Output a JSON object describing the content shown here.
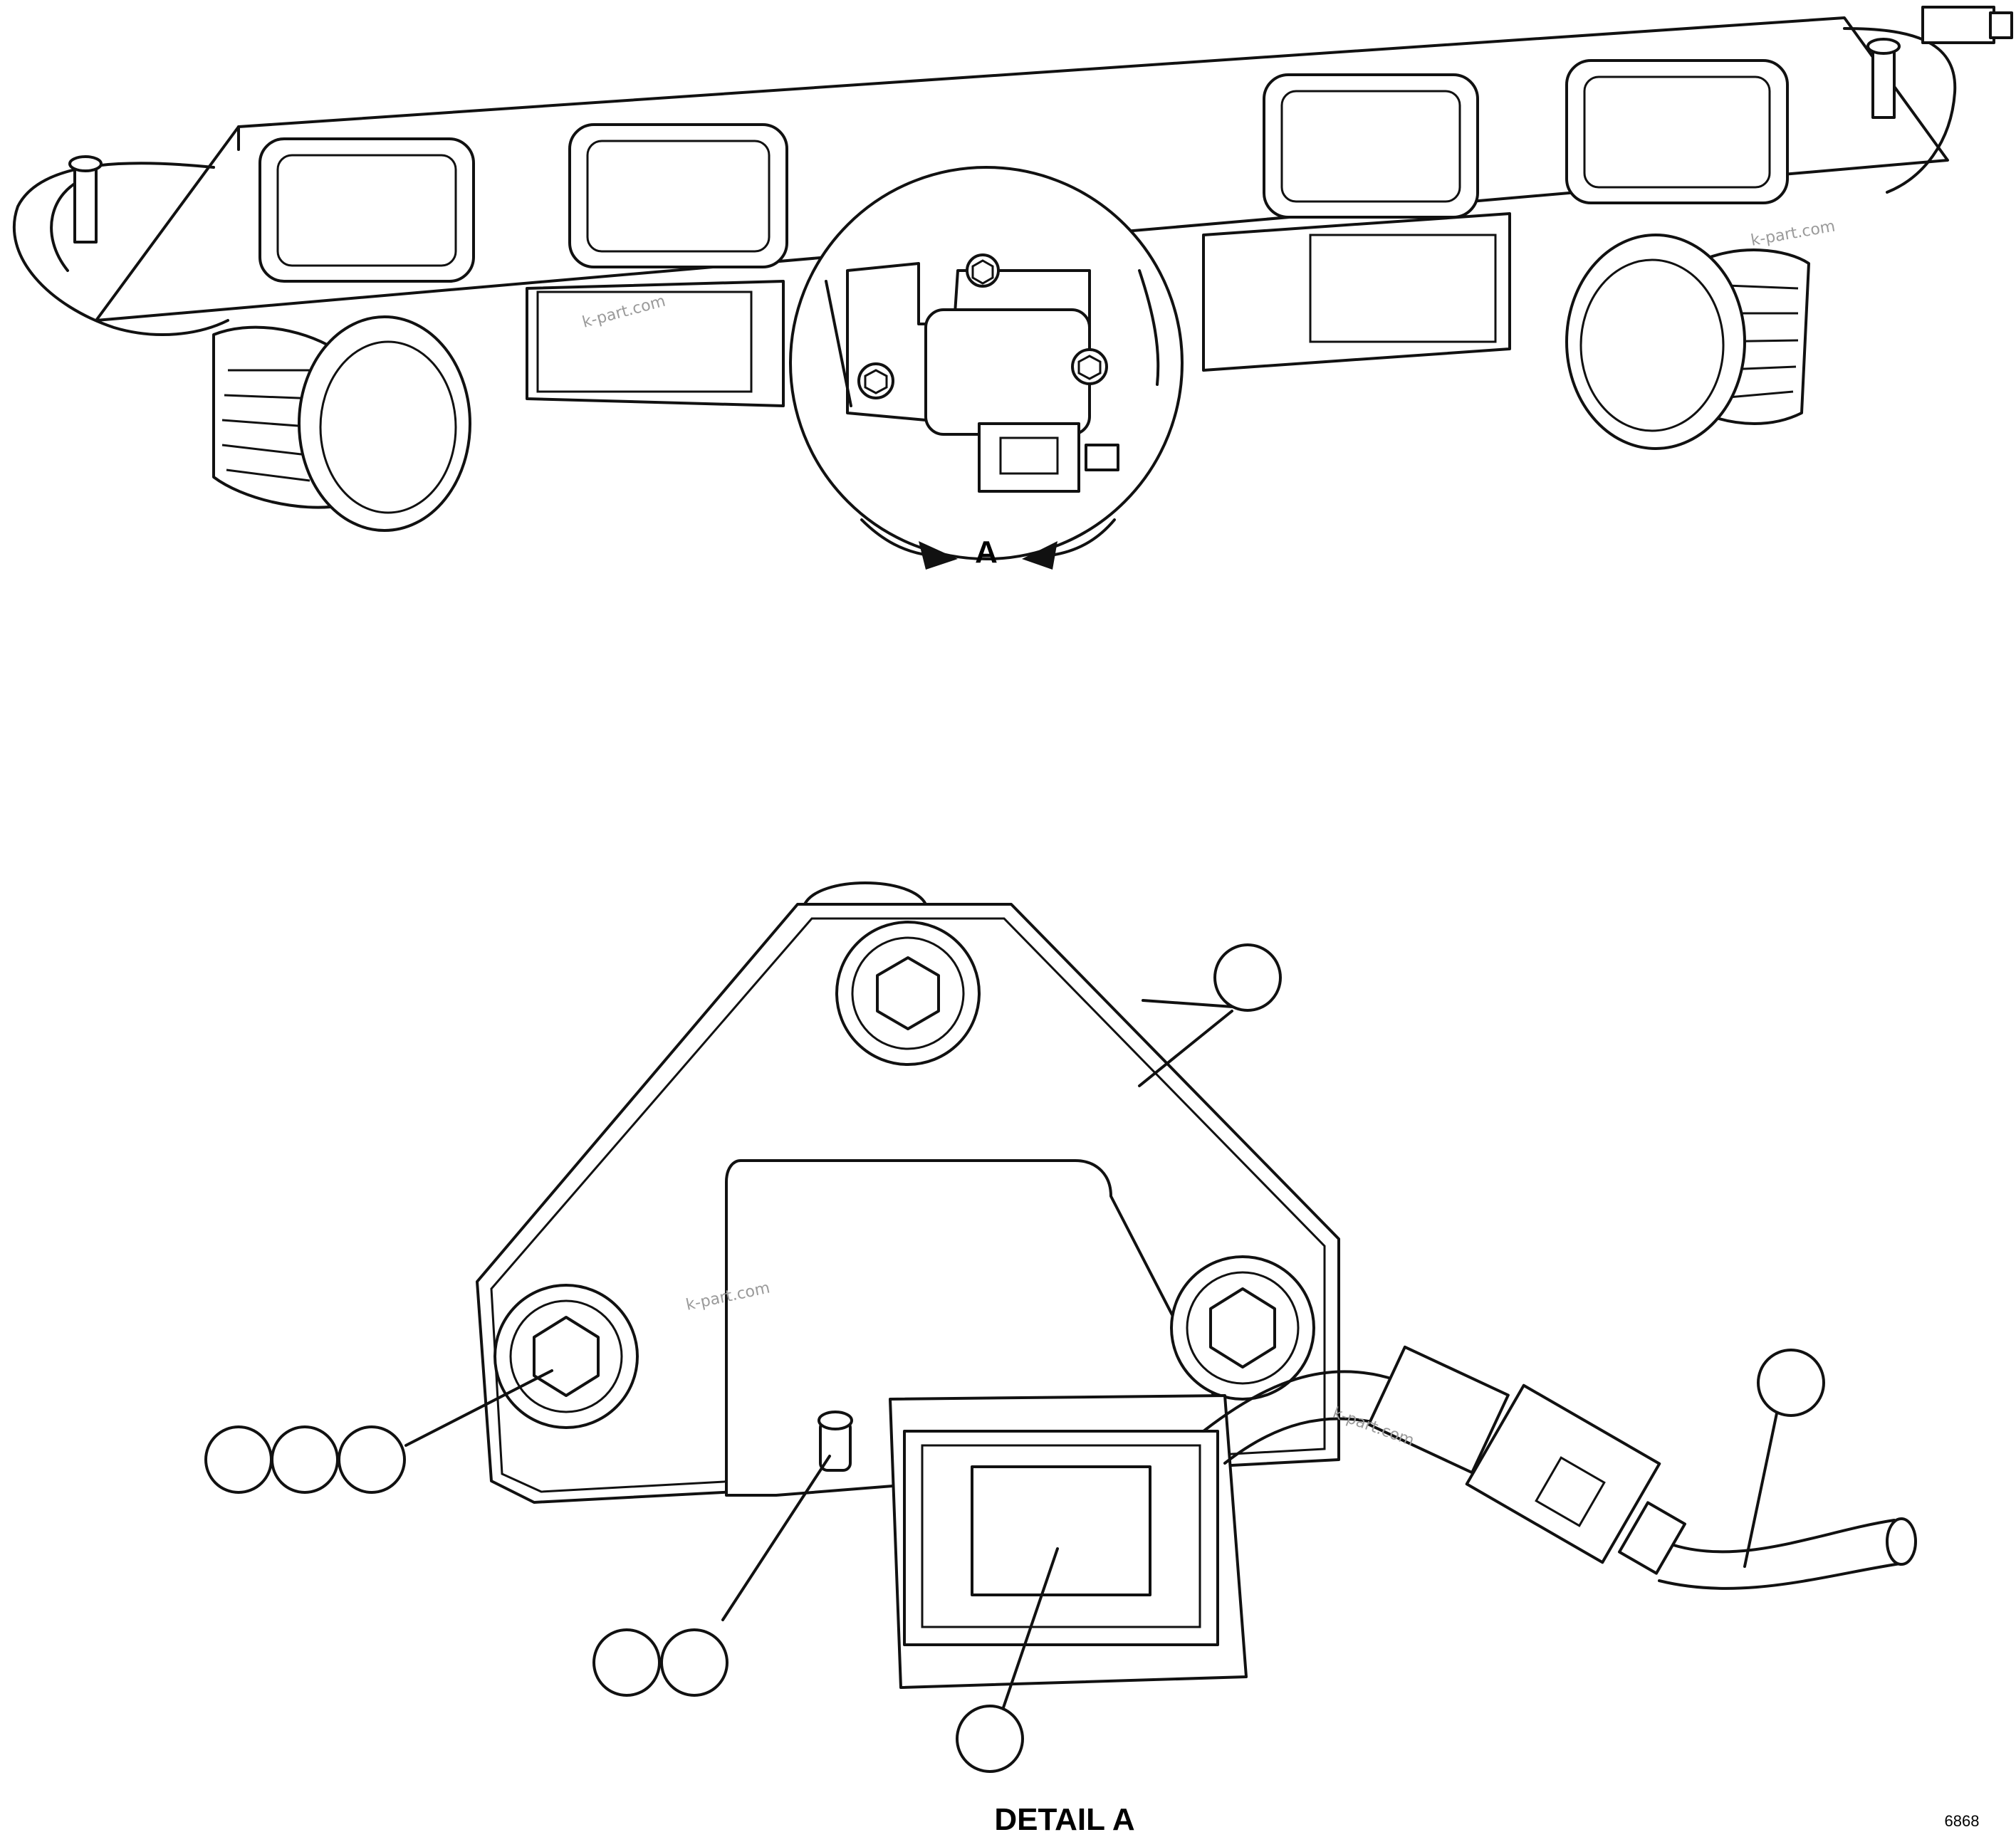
{
  "view_label": "A",
  "detail_title": "DETAIL A",
  "drawing_number": "6868",
  "watermarks": [
    "k-part.com",
    "k-part.com",
    "k-part.com",
    "k-part.com"
  ],
  "callout_bubbles": [
    "",
    "",
    "",
    "",
    "",
    "",
    "",
    ""
  ]
}
